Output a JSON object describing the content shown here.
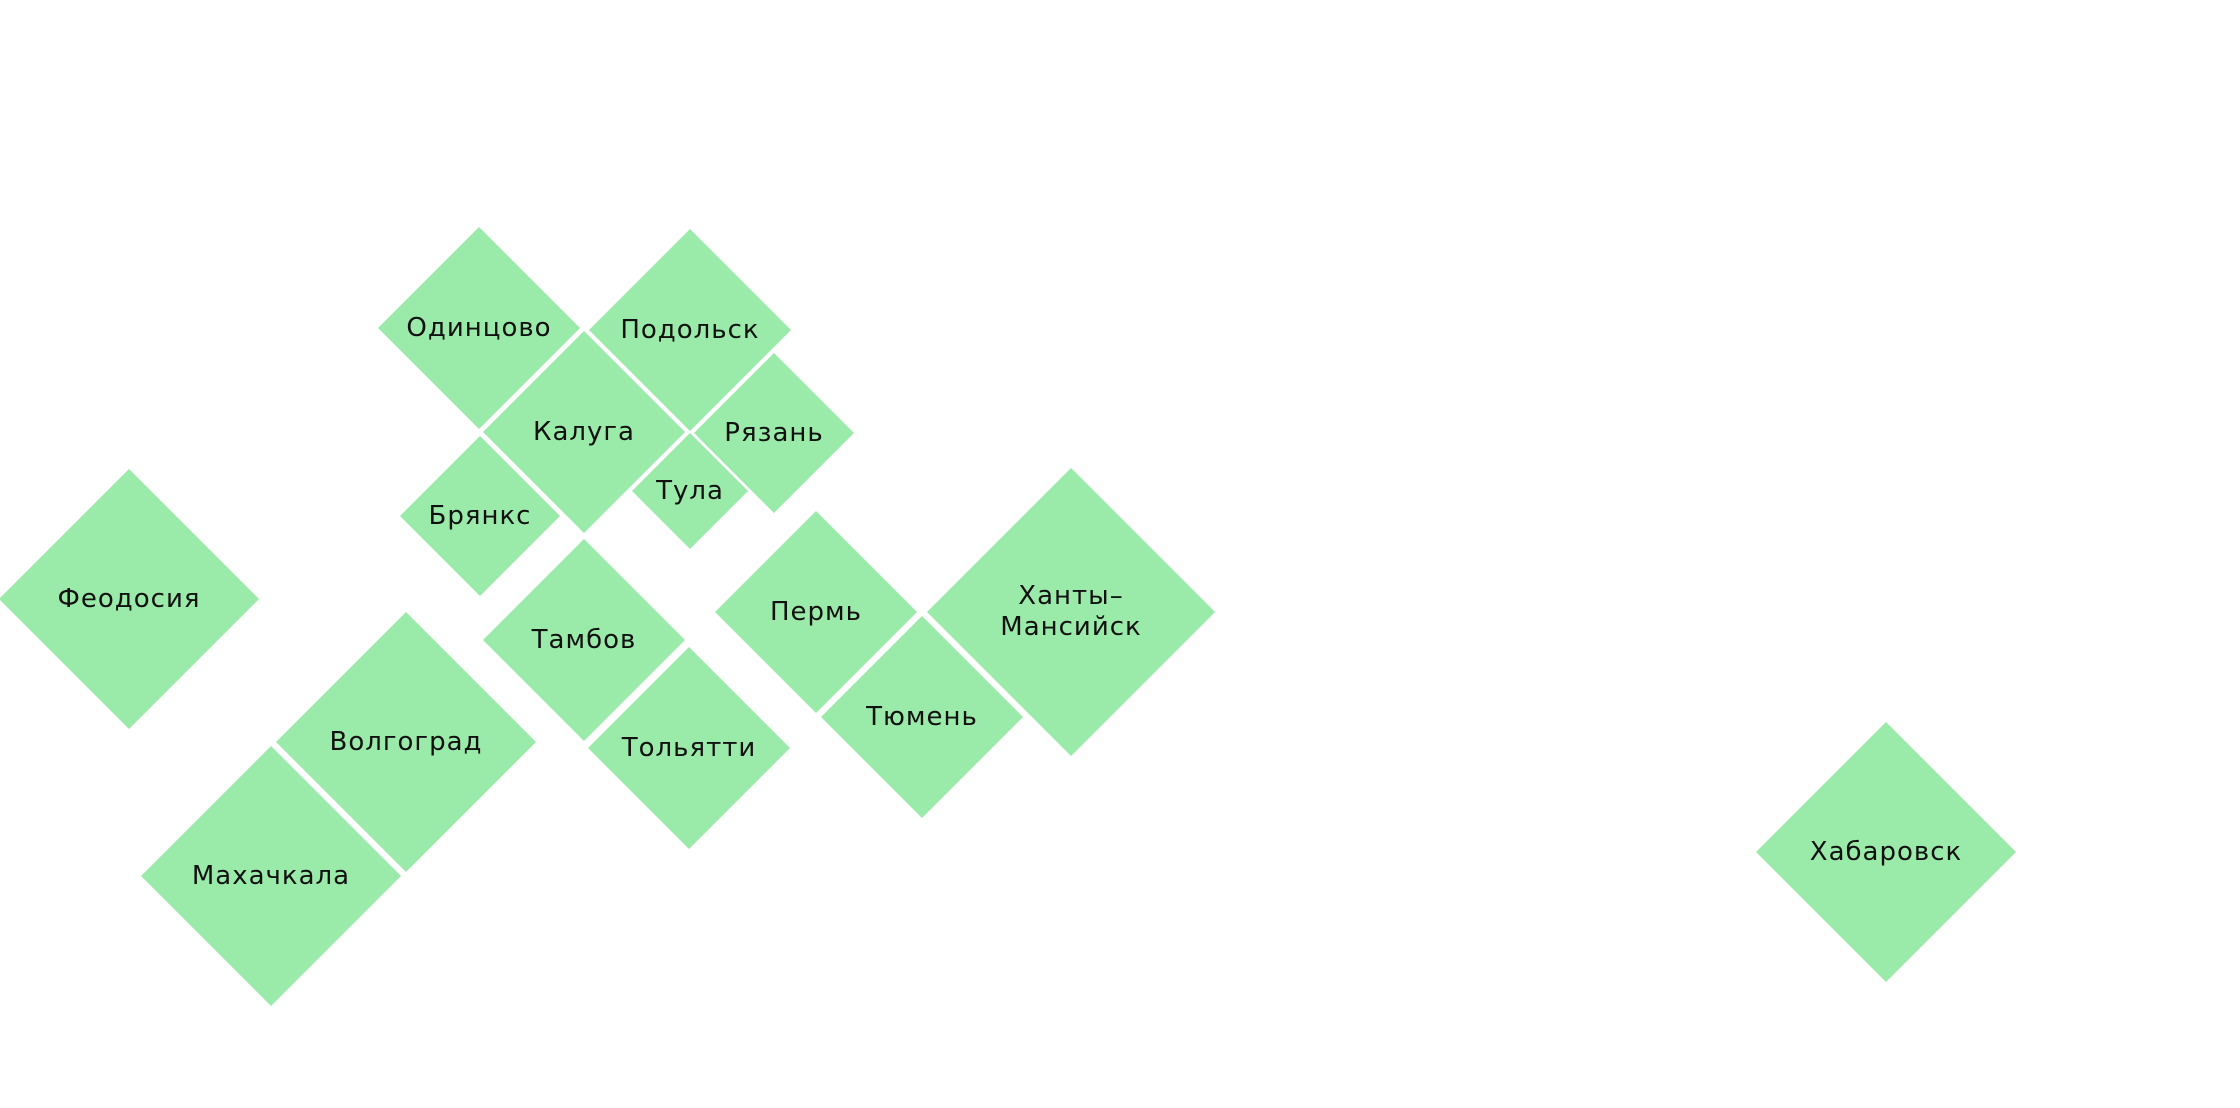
{
  "map": {
    "tile_color": "#9aeaa9",
    "text_color": "#111111",
    "background": "#ffffff",
    "cities": [
      {
        "id": "feodosiya",
        "label": "Феодосия"
      },
      {
        "id": "odintsovo",
        "label": "Одинцово"
      },
      {
        "id": "podolsk",
        "label": "Подольск"
      },
      {
        "id": "kaluga",
        "label": "Калуга"
      },
      {
        "id": "ryazan",
        "label": "Рязань"
      },
      {
        "id": "bryansk",
        "label": "Брянкс"
      },
      {
        "id": "tula",
        "label": "Тула"
      },
      {
        "id": "tambov",
        "label": "Тамбов"
      },
      {
        "id": "perm",
        "label": "Пермь"
      },
      {
        "id": "khanty-mansiysk",
        "label": "Ханты–\nМансийск"
      },
      {
        "id": "volgograd",
        "label": "Волгоград"
      },
      {
        "id": "tolyatti",
        "label": "Тольятти"
      },
      {
        "id": "tyumen",
        "label": "Тюмень"
      },
      {
        "id": "makhachkala",
        "label": "Махачкала"
      },
      {
        "id": "khabarovsk",
        "label": "Хабаровск"
      }
    ]
  }
}
